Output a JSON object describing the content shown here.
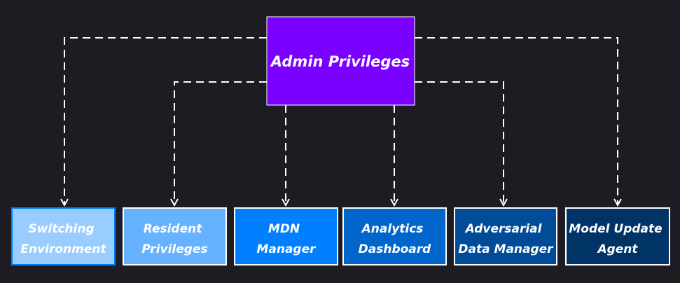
{
  "root": {
    "label": "Admin Privileges",
    "color": "#7a00ff"
  },
  "children": [
    {
      "id": "switching-environment",
      "lines": [
        "Switching",
        "Environment"
      ],
      "color": "#99ccff"
    },
    {
      "id": "resident-privileges",
      "lines": [
        "Resident",
        "Privileges"
      ],
      "color": "#66b2ff"
    },
    {
      "id": "mdn-manager",
      "lines": [
        "MDN",
        "Manager"
      ],
      "color": "#007fff"
    },
    {
      "id": "analytics-dashboard",
      "lines": [
        "Analytics",
        "Dashboard"
      ],
      "color": "#0066cc"
    },
    {
      "id": "adversarial-data-manager",
      "lines": [
        "Adversarial",
        "Data Manager"
      ],
      "color": "#004c99"
    },
    {
      "id": "model-update-agent",
      "lines": [
        "Model Update",
        "Agent"
      ],
      "color": "#003366"
    }
  ],
  "edge_style": "dashed-arrow",
  "edge_color": "#ffffff",
  "background_color": "#1e1c23"
}
